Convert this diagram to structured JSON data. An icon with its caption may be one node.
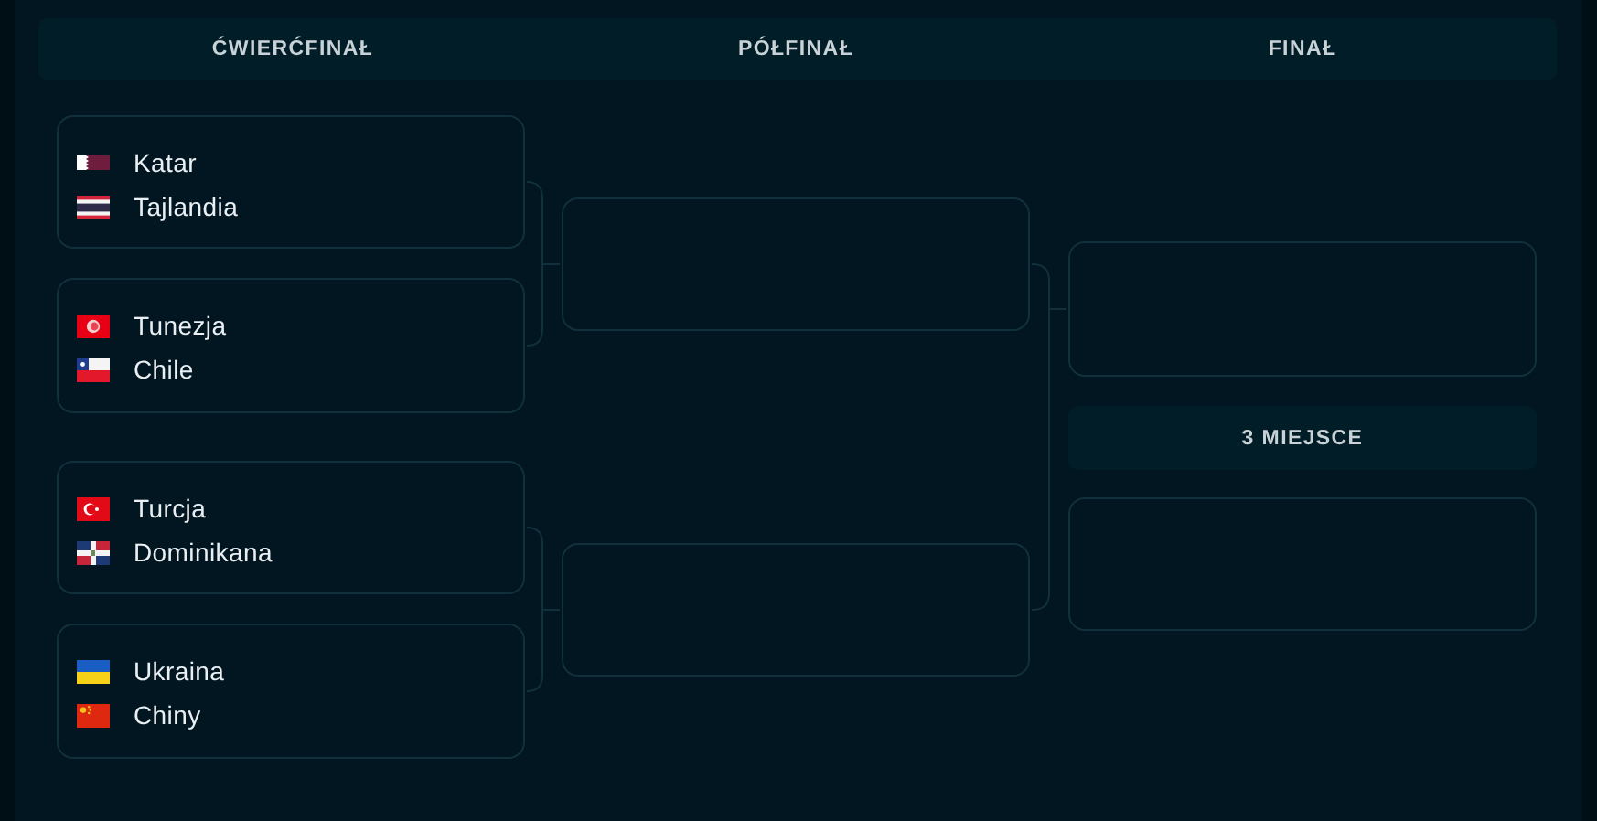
{
  "diagram": {
    "nodes": [
      {
        "text": [
          "ĆWIERĆFINAŁ",
          "PÓŁFINAŁ",
          "FINAŁ"
        ]
      },
      {
        "text": [
          "Katar",
          "Tajlandia"
        ]
      },
      {
        "text": [
          "Tunezja",
          "Chile"
        ]
      },
      {
        "text": [
          "Turcja",
          "Dominikana"
        ]
      },
      {
        "text": [
          "Ukraina",
          "Chiny"
        ]
      },
      {
        "text": [],
        "shape": "box"
      },
      {
        "text": [],
        "shape": "box"
      },
      {
        "text": [],
        "shape": "box"
      },
      {
        "text": [
          "3 MIEJSCE"
        ]
      },
      {
        "text": [],
        "shape": "box"
      }
    ],
    "edges": [
      {
        "from": 1,
        "to": 5,
        "arrow": "none"
      },
      {
        "from": 2,
        "to": 5,
        "arrow": "none"
      },
      {
        "from": 3,
        "to": 6,
        "arrow": "none"
      },
      {
        "from": 4,
        "to": 6,
        "arrow": "none"
      },
      {
        "from": 5,
        "to": 7,
        "arrow": "none"
      },
      {
        "from": 6,
        "to": 7,
        "arrow": "none"
      }
    ]
  }
}
